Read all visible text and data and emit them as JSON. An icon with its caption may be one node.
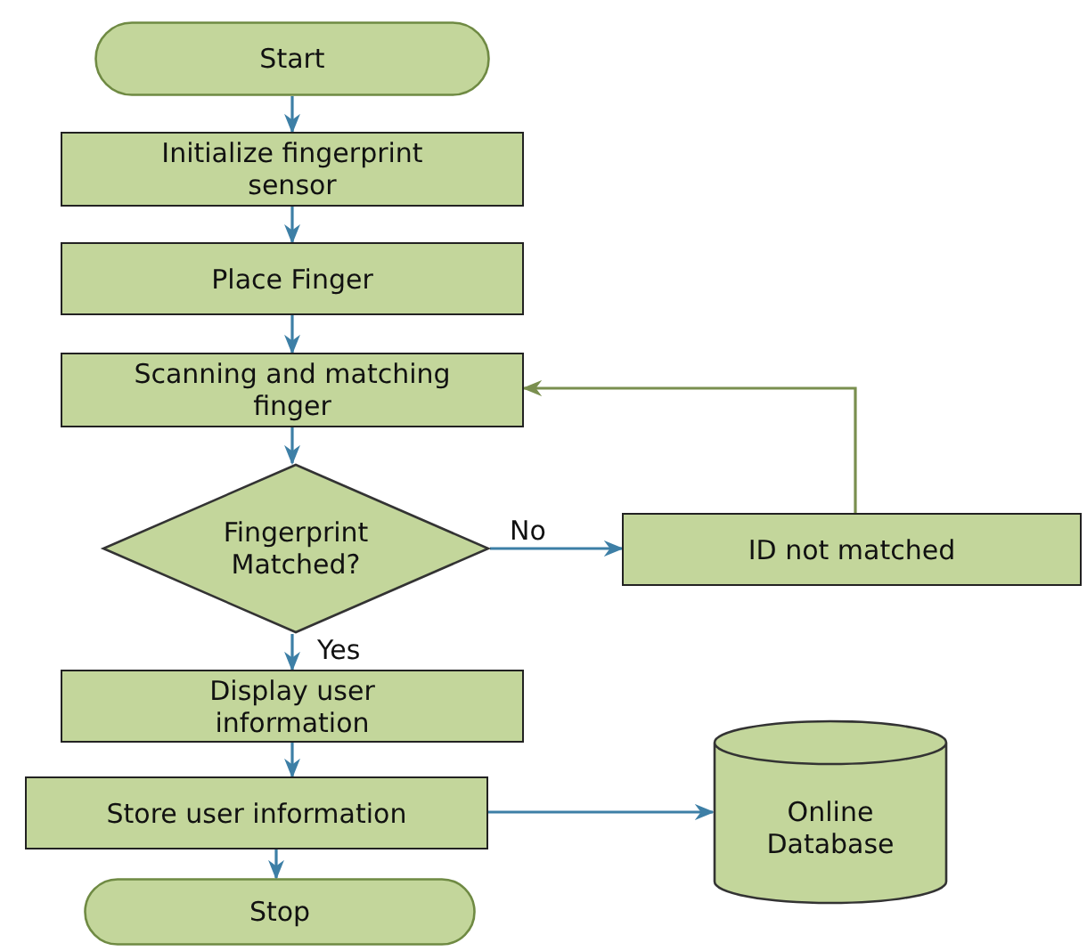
{
  "diagram": {
    "nodes": [
      {
        "text": [
          "Start"
        ]
      },
      {
        "text": [
          "Initialize fingerprint sensor"
        ]
      },
      {
        "text": [
          "Place Finger"
        ]
      },
      {
        "text": [
          "Scanning and matching finger"
        ]
      },
      {
        "text": [
          "Fingerprint Matched?"
        ]
      },
      {
        "text": [
          "ID not matched"
        ]
      },
      {
        "text": [
          "Display user information"
        ]
      },
      {
        "text": [
          "Store user information"
        ]
      },
      {
        "text": [
          "Online Database"
        ]
      },
      {
        "text": [
          "Stop"
        ]
      }
    ],
    "edges": [
      {
        "from": 0,
        "to": 1,
        "arrow": "to"
      },
      {
        "from": 1,
        "to": 2,
        "arrow": "to"
      },
      {
        "from": 2,
        "to": 3,
        "arrow": "to"
      },
      {
        "from": 3,
        "to": 4,
        "arrow": "to"
      },
      {
        "from": 4,
        "to": 5,
        "arrow": "to",
        "label": "No"
      },
      {
        "from": 5,
        "to": 3,
        "arrow": "to",
        "color": "#7a8f4f"
      },
      {
        "from": 4,
        "to": 6,
        "arrow": "to",
        "label": "Yes"
      },
      {
        "from": 6,
        "to": 7,
        "arrow": "to"
      },
      {
        "from": 7,
        "to": 8,
        "arrow": "to"
      },
      {
        "from": 7,
        "to": 9,
        "arrow": "to"
      }
    ]
  }
}
